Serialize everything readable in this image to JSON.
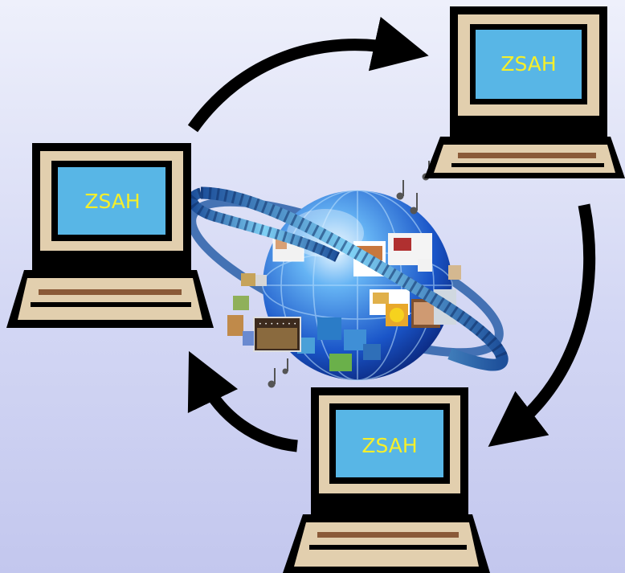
{
  "computers": [
    {
      "id": "top-right",
      "screen_text": "ZSAH"
    },
    {
      "id": "left",
      "screen_text": "ZSAH"
    },
    {
      "id": "bottom",
      "screen_text": "ZSAH"
    }
  ],
  "colors": {
    "background_top": "#eef0fb",
    "background_bottom": "#c3c7ee",
    "monitor_frame": "#000000",
    "monitor_bezel": "#e2cfae",
    "screen": "#58b6e6",
    "screen_text": "#f6ef2a",
    "keyboard_slot": "#8a5a38",
    "arrow": "#000000",
    "globe": "#1f66d6"
  },
  "arrows": [
    "top-left-to-top-right",
    "top-right-to-bottom",
    "bottom-to-left"
  ],
  "center_icon": "globe-with-media-ribbon-icon"
}
